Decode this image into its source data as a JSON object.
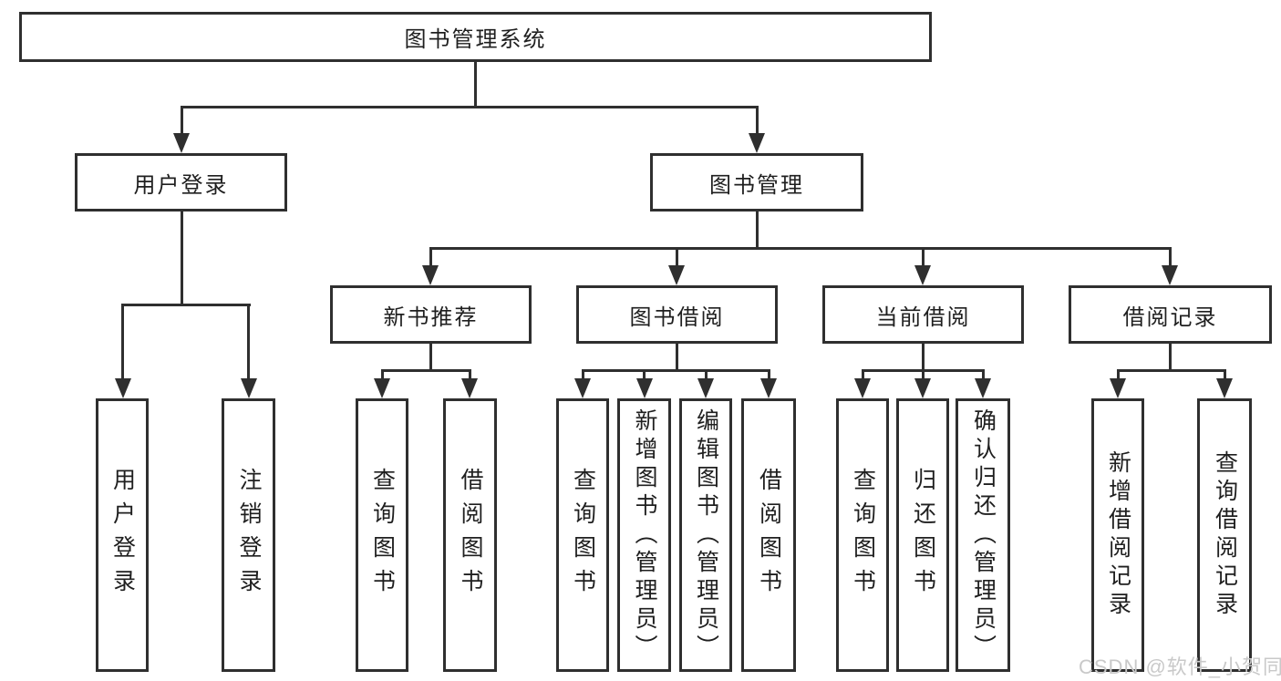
{
  "diagram": {
    "root": "图书管理系统",
    "branches": [
      {
        "label": "用户登录",
        "leaves": [
          "用户登录",
          "注销登录"
        ]
      },
      {
        "label": "图书管理",
        "sections": [
          {
            "label": "新书推荐",
            "leaves": [
              "查询图书",
              "借阅图书"
            ]
          },
          {
            "label": "图书借阅",
            "leaves": [
              "查询图书",
              "新增图书（管理员）",
              "编辑图书（管理员）",
              "借阅图书"
            ]
          },
          {
            "label": "当前借阅",
            "leaves": [
              "查询图书",
              "归还图书",
              "确认归还（管理员）"
            ]
          },
          {
            "label": "借阅记录",
            "leaves": [
              "新增借阅记录",
              "查询借阅记录"
            ]
          }
        ]
      }
    ]
  },
  "watermark": "CSDN @软件_小贺同学",
  "colors": {
    "line": "#2f2f2f",
    "text": "#1f1f1f",
    "watermark": "#c9c9c9",
    "background": "#ffffff"
  }
}
